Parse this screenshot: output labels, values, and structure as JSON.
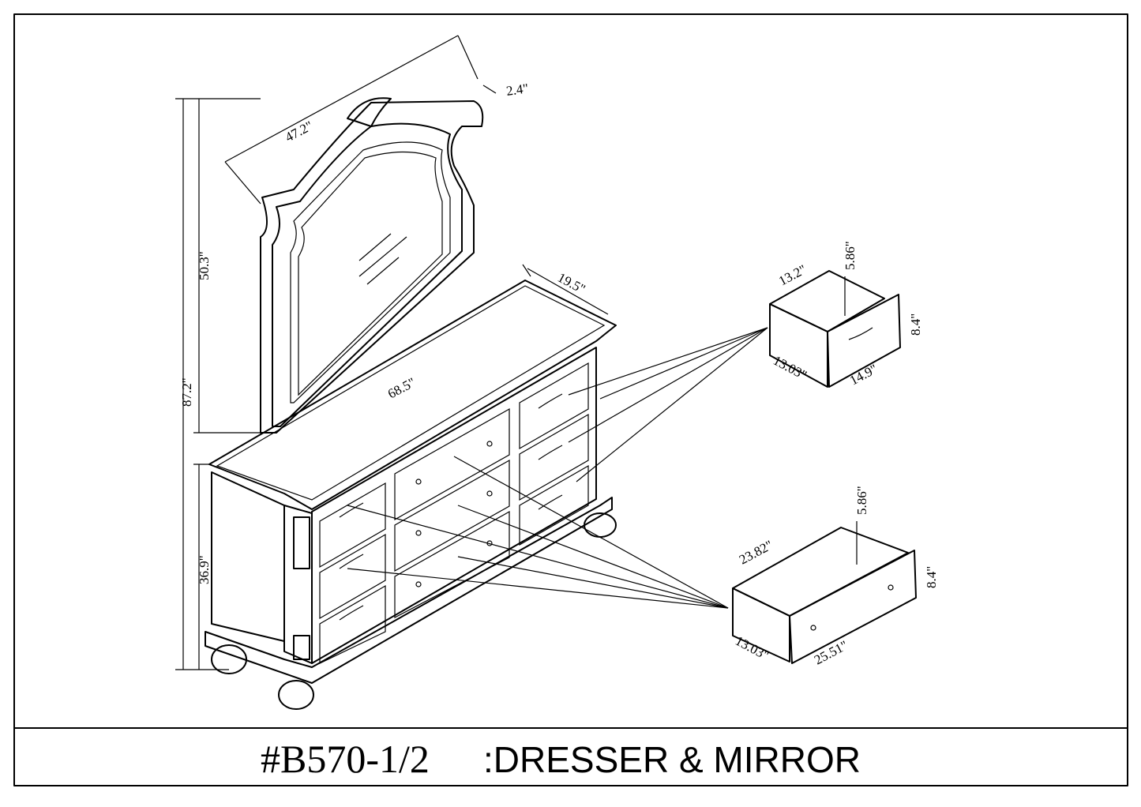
{
  "title": {
    "model": "#B570-1/2",
    "description": ":DRESSER & MIRROR"
  },
  "mirror": {
    "thickness": "2.4\"",
    "width": "47.2\"",
    "height": "50.3\""
  },
  "overall": {
    "total_height": "87.2\""
  },
  "dresser": {
    "depth": "19.5\"",
    "width": "68.5\"",
    "height": "36.9\""
  },
  "small_drawer": {
    "inner_width": "13.2\"",
    "inner_height": "5.86\"",
    "front_height": "8.4\"",
    "depth": "13.03\"",
    "front_width": "14.9\""
  },
  "large_drawer": {
    "inner_width": "23.82\"",
    "inner_height": "5.86\"",
    "front_height": "8.4\"",
    "depth": "13.03\"",
    "front_width": "25.51\""
  }
}
